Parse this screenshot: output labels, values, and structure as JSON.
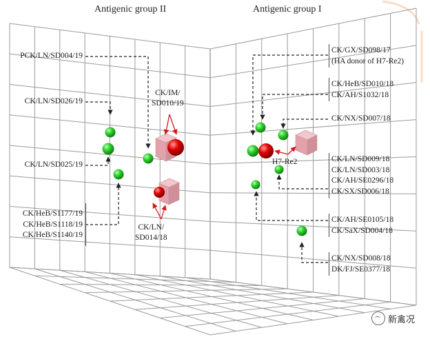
{
  "titles": {
    "left": "Antigenic group II",
    "right": "Antigenic group I"
  },
  "labels": {
    "pck_ln_sd004": "PCK/LN/SD004/19",
    "ck_ln_sd026": "CK/LN/SD026/19",
    "ck_ln_sd025": "CK/LN/SD025/19",
    "heb_group": [
      "CK/HeB/S1177/19",
      "CK/HeB/S1118/19",
      "CK/HeB/S1140/19"
    ],
    "ck_im_sd010": [
      "CK/IM/",
      "SD010/19"
    ],
    "ck_ln_sd014": [
      "CK/LN/",
      "SD014/18"
    ],
    "gx_group": [
      "CK/GX/SD098/17",
      "(HA donor of H7-Re2)"
    ],
    "heb_ah_group": [
      "CK/HeB/SD010/18",
      "CK/AH/S1032/18"
    ],
    "nx_sd007": "CK/NX/SD007/18",
    "h7_re2": "H7-Re2",
    "ln_sd009_group": [
      "CK/LN/SD009/18",
      "CK/LN/SD003/18",
      "CK/AH/SE0296/18",
      "CK/SX/SD006/18"
    ],
    "ah_sax_group": [
      "CK/AH/SE0105/18",
      "CK/SaX/SD004/18"
    ],
    "nx_fj_group": [
      "CK/NX/SD008/18",
      "DK/FJ/SE0377/18"
    ]
  },
  "watermark": "新禽况",
  "colors": {
    "grid": "#8c8c8c",
    "virus_sphere": "#2fd12f",
    "antiserum_sphere": "#e00000",
    "antigen_cube": "#e8a9b2",
    "arrow_red": "#d81818",
    "leader": "#222222",
    "watermark_stroke": "#f4a460"
  }
}
